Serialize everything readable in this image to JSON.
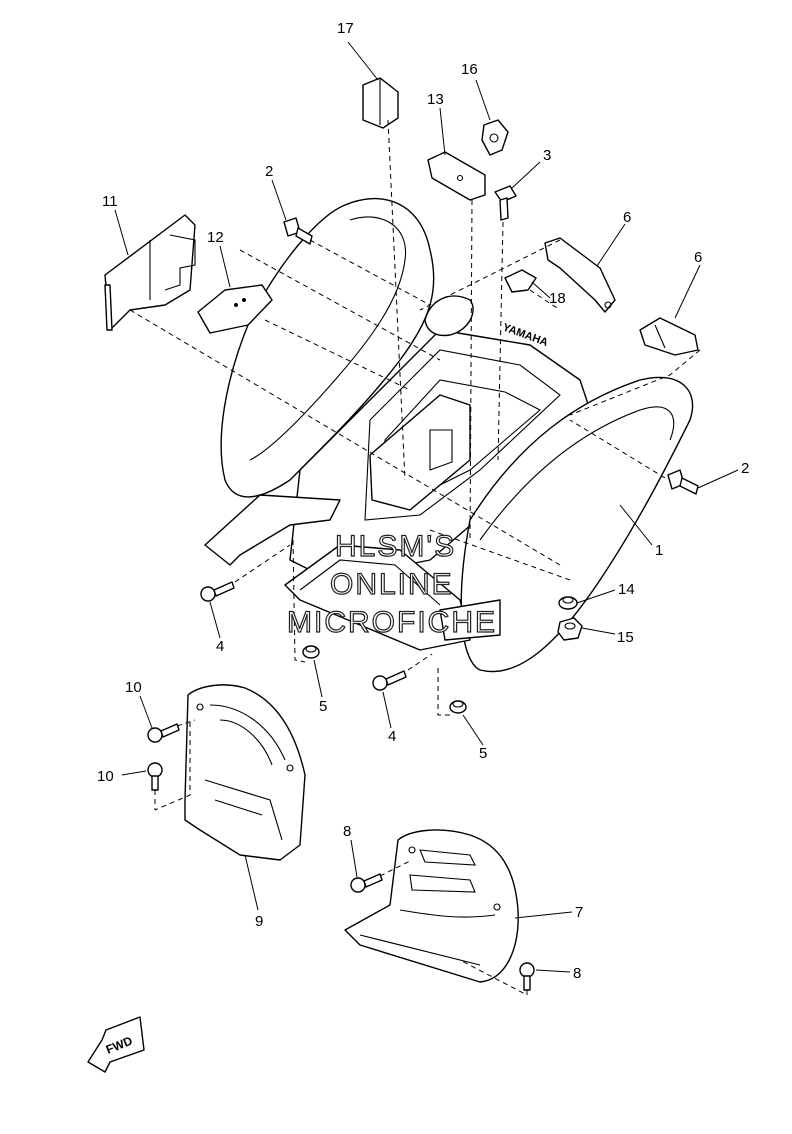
{
  "diagram": {
    "callouts": [
      {
        "id": "c1",
        "label": "1"
      },
      {
        "id": "c2a",
        "label": "2"
      },
      {
        "id": "c2b",
        "label": "2"
      },
      {
        "id": "c3",
        "label": "3"
      },
      {
        "id": "c4a",
        "label": "4"
      },
      {
        "id": "c4b",
        "label": "4"
      },
      {
        "id": "c5a",
        "label": "5"
      },
      {
        "id": "c5b",
        "label": "5"
      },
      {
        "id": "c6a",
        "label": "6"
      },
      {
        "id": "c6b",
        "label": "6"
      },
      {
        "id": "c7",
        "label": "7"
      },
      {
        "id": "c8a",
        "label": "8"
      },
      {
        "id": "c8b",
        "label": "8"
      },
      {
        "id": "c9",
        "label": "9"
      },
      {
        "id": "c10a",
        "label": "10"
      },
      {
        "id": "c10b",
        "label": "10"
      },
      {
        "id": "c11",
        "label": "11"
      },
      {
        "id": "c12",
        "label": "12"
      },
      {
        "id": "c13",
        "label": "13"
      },
      {
        "id": "c14",
        "label": "14"
      },
      {
        "id": "c15",
        "label": "15"
      },
      {
        "id": "c16",
        "label": "16"
      },
      {
        "id": "c17",
        "label": "17"
      },
      {
        "id": "c18",
        "label": "18"
      }
    ],
    "watermark": [
      "HLSM'S",
      "ONLINE",
      "MICROFICHE"
    ],
    "brand_mark": "YAMAHA",
    "direction_marker": "FWD"
  }
}
